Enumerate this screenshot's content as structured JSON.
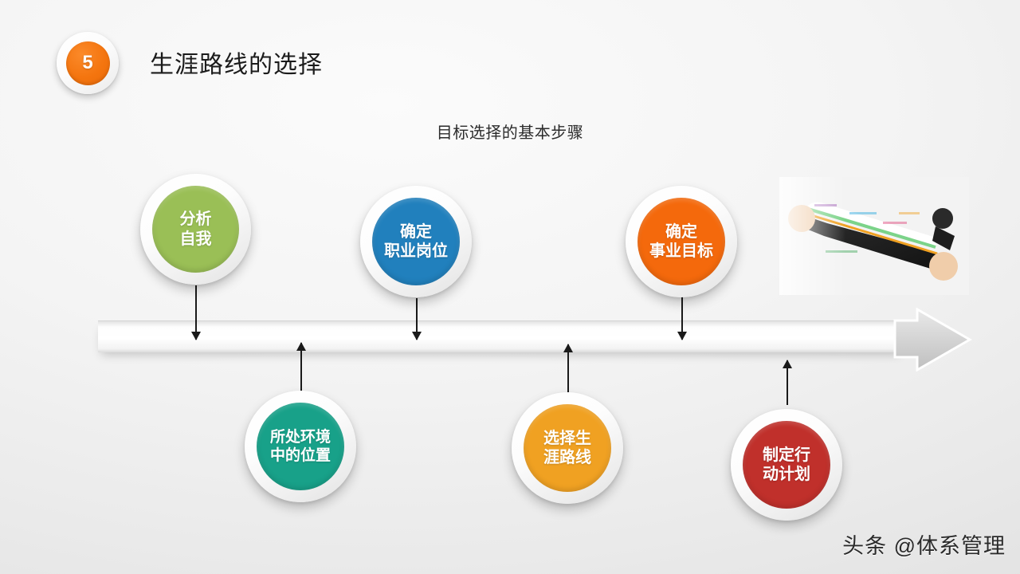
{
  "header": {
    "badge_number": "5",
    "title": "生涯路线的选择",
    "badge_color": "#f4750f"
  },
  "subtitle": "目标选择的基本步骤",
  "flow": {
    "top_nodes": [
      {
        "line1": "分析",
        "line2": "自我",
        "color": "#9abf56",
        "name": "node-analyze-self"
      },
      {
        "line1": "确定",
        "line2": "职业岗位",
        "color": "#2180bd",
        "name": "node-determine-job"
      },
      {
        "line1": "确定",
        "line2": "事业目标",
        "color": "#f4690c",
        "name": "node-determine-career-goal"
      }
    ],
    "bottom_nodes": [
      {
        "line1": "所处环境",
        "line2": "中的位置",
        "color": "#18a189",
        "name": "node-position-in-environment"
      },
      {
        "line1": "选择生",
        "line2": "涯路线",
        "color": "#f0a122",
        "name": "node-choose-career-path"
      },
      {
        "line1": "制定行",
        "line2": "动计划",
        "color": "#c0302b",
        "name": "node-make-action-plan"
      }
    ]
  },
  "photo": {
    "alt": "businessman-aiming-slingshot"
  },
  "watermark": "头条 @体系管理"
}
